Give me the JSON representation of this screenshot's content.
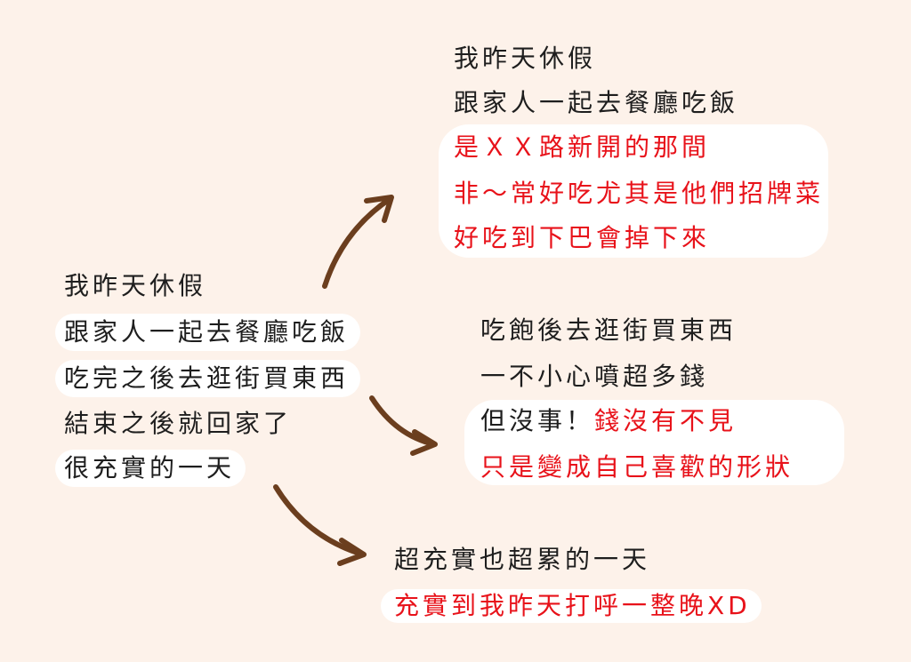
{
  "colors": {
    "background": "#fdf2ea",
    "highlight_text": "#e8121a",
    "arrow": "#6b3e1e",
    "pill": "#ffffff"
  },
  "left": {
    "lines": [
      "我昨天休假",
      "跟家人一起去餐廳吃飯",
      "吃完之後去逛街買東西",
      "結束之後就回家了",
      "很充實的一天"
    ]
  },
  "top_right": {
    "lines": [
      "我昨天休假",
      "跟家人一起去餐廳吃飯",
      "是ＸＸ路新開的那間",
      "非～常好吃尤其是他們招牌菜",
      "好吃到下巴會掉下來"
    ]
  },
  "middle_right": {
    "lines": [
      "吃飽後去逛街買東西",
      "一不小心噴超多錢"
    ],
    "line3_black": "但沒事！",
    "line3_red": "錢沒有不見",
    "line4": "只是變成自己喜歡的形狀"
  },
  "bottom": {
    "lines": [
      "超充實也超累的一天",
      "充實到我昨天打呼一整晚XD"
    ]
  }
}
